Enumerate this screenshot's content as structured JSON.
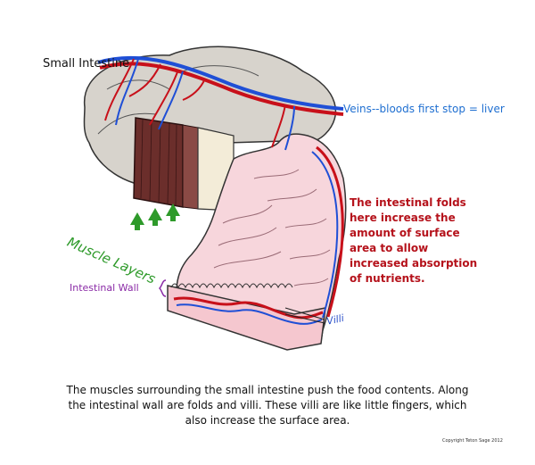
{
  "labels": {
    "small_intestine": "Small Intestine",
    "veins": "Veins--bloods first stop = liver",
    "muscle_layers": "Muscle Layers",
    "intestinal_wall": "Intestinal Wall",
    "villi": "Villi"
  },
  "folds_note": [
    "The intestinal folds",
    "here increase the",
    "amount of surface",
    "area to allow",
    "increased absorption",
    "of nutrients."
  ],
  "caption": [
    "The muscles surrounding the small intestine push the food contents.  Along",
    "the intestinal wall are folds and villi.  These villi are like little fingers, which",
    "also increase the surface area."
  ],
  "copyright": "Copyright Teton Sage 2012",
  "colors": {
    "vein_blue": "#1f4fd6",
    "artery_red": "#c8101a",
    "note_red": "#b5121b",
    "veins_label_blue": "#1f6fd1",
    "muscle_green": "#2e9a2a",
    "wall_purple": "#8a2aa6",
    "villi_blue": "#2a4fc9",
    "tissue_pink": "#f7d6dc",
    "muscle_brown": "#6b2e2b",
    "outer_gray": "#d7d3cc"
  }
}
